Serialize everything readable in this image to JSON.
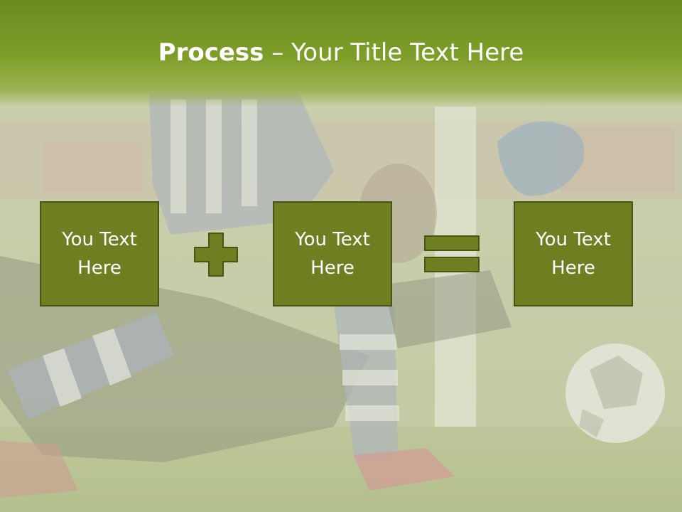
{
  "title": {
    "bold": "Process",
    "separator": " – ",
    "rest": "Your Title Text Here"
  },
  "boxes": [
    {
      "label": "You Text\nHere"
    },
    {
      "label": "You Text\nHere"
    },
    {
      "label": "You Text\nHere"
    }
  ],
  "operators": {
    "plus_icon": "plus-icon",
    "equals_icon": "equals-icon"
  },
  "colors": {
    "title_bar": "#7f9f2a",
    "box_fill": "#6e7f22",
    "box_border": "#485614",
    "title_text": "#ffffff"
  }
}
